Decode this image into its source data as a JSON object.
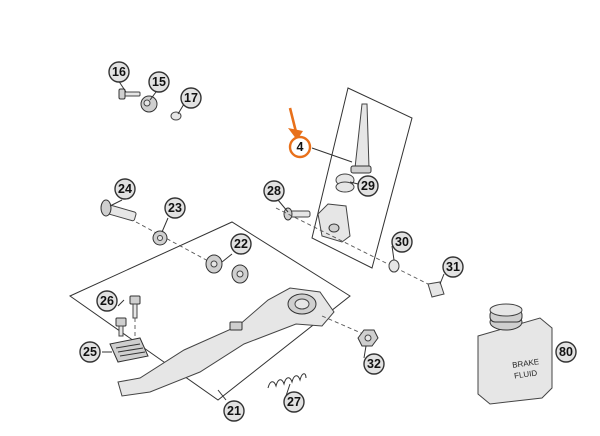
{
  "callouts": [
    {
      "id": "16",
      "label": "16"
    },
    {
      "id": "15",
      "label": "15"
    },
    {
      "id": "17",
      "label": "17"
    },
    {
      "id": "4",
      "label": "4",
      "highlighted": true
    },
    {
      "id": "28",
      "label": "28"
    },
    {
      "id": "29",
      "label": "29"
    },
    {
      "id": "24",
      "label": "24"
    },
    {
      "id": "23",
      "label": "23"
    },
    {
      "id": "22",
      "label": "22"
    },
    {
      "id": "30",
      "label": "30"
    },
    {
      "id": "31",
      "label": "31"
    },
    {
      "id": "26",
      "label": "26"
    },
    {
      "id": "25",
      "label": "25"
    },
    {
      "id": "32",
      "label": "32"
    },
    {
      "id": "80",
      "label": "80"
    },
    {
      "id": "27",
      "label": "27"
    },
    {
      "id": "21",
      "label": "21"
    }
  ],
  "bottle_label": {
    "line1": "BRAKE",
    "line2": "FLUID"
  },
  "colors": {
    "highlight": "#e8701a",
    "callout_fill": "#e2e2e2",
    "stroke": "#333333"
  }
}
